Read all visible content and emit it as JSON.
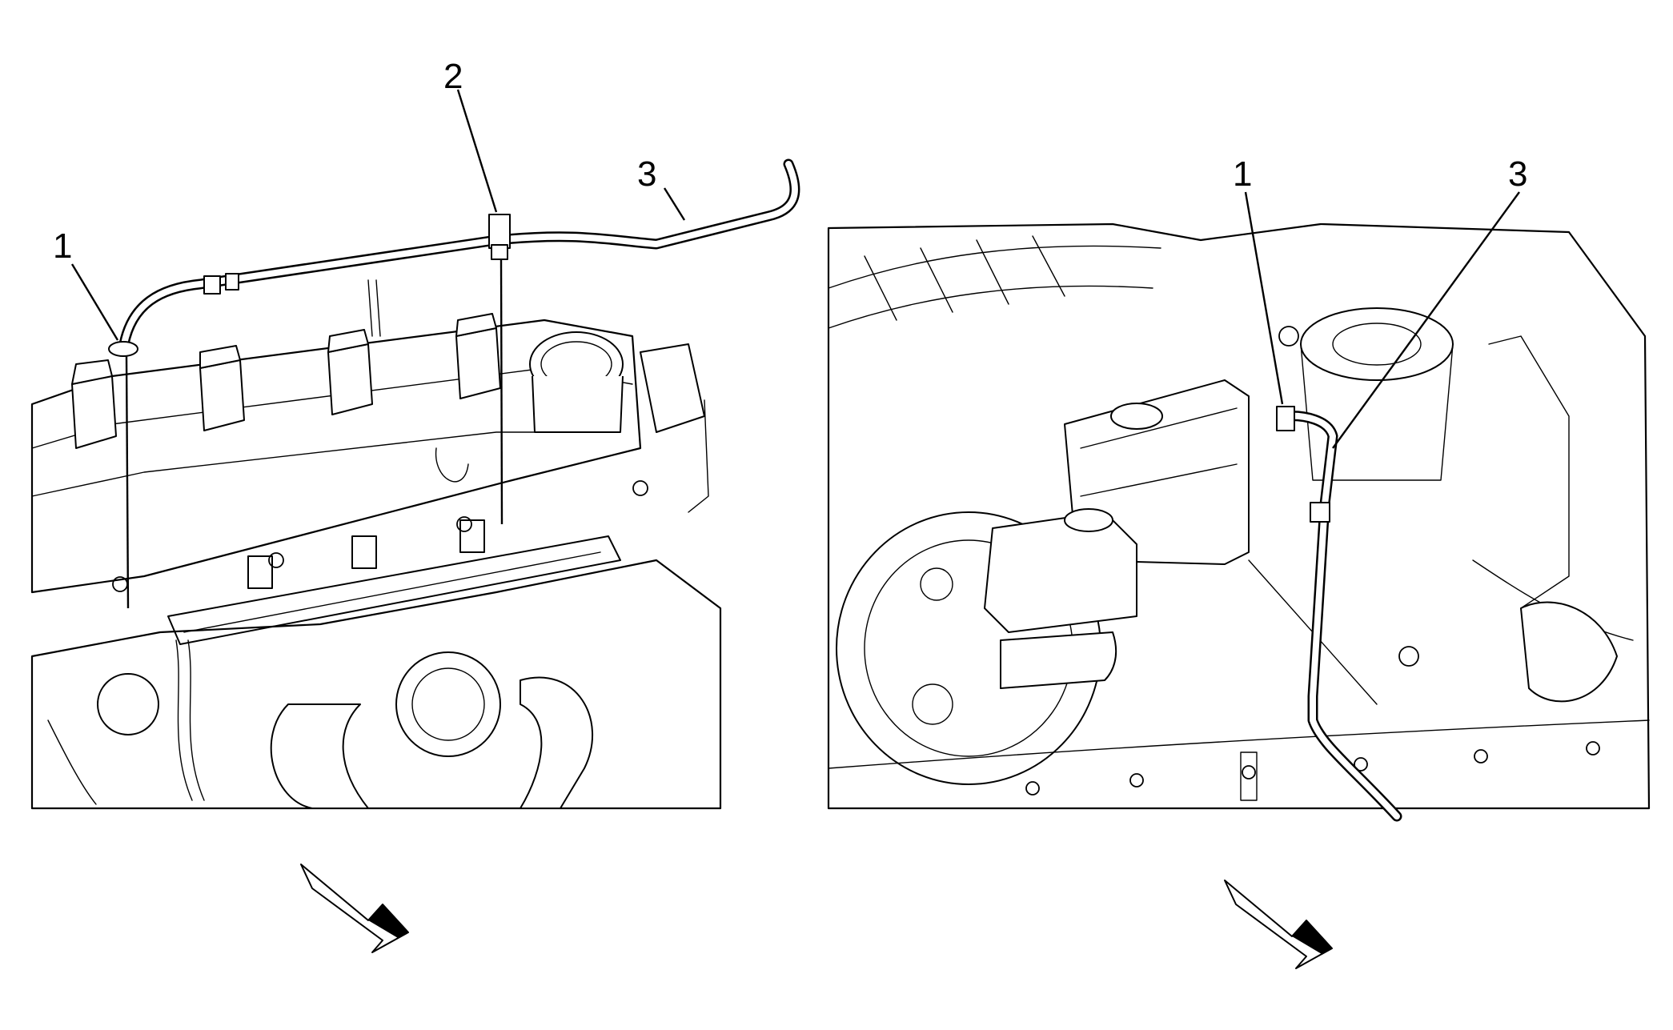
{
  "left_view": {
    "callouts": [
      {
        "id": "1",
        "label": "1"
      },
      {
        "id": "2",
        "label": "2"
      },
      {
        "id": "3",
        "label": "3"
      }
    ]
  },
  "right_view": {
    "callouts": [
      {
        "id": "1",
        "label": "1"
      },
      {
        "id": "3",
        "label": "3"
      }
    ]
  },
  "colors": {
    "line": "#000000",
    "background": "#ffffff"
  }
}
